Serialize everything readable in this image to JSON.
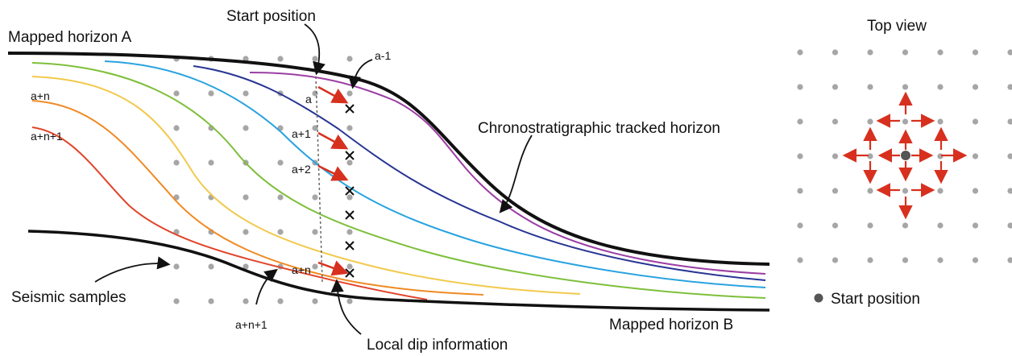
{
  "labels": {
    "start_position_top": "Start position",
    "mapped_horizon_a": "Mapped horizon A",
    "mapped_horizon_b": "Mapped horizon B",
    "a_minus_1": "a-1",
    "a": "a",
    "a_plus_1": "a+1",
    "a_plus_2": "a+2",
    "a_plus_n": "a+n",
    "a_plus_n_plus_1": "a+n+1",
    "a_plus_n_inner": "a+n",
    "a_plus_n_plus_1_bottom": "a+n+1",
    "chrono_tracked_horizon": "Chronostratigraphic tracked horizon",
    "seismic_samples": "Seismic samples",
    "local_dip_information": "Local dip information",
    "top_view": "Top view",
    "legend_start_position": "Start position"
  },
  "colors": {
    "horizon": "#111111",
    "sample_dot": "#a6a6a6",
    "arrow": "#d7301f",
    "start_dot": "#555555",
    "tracked_horizons": [
      "#9b3ea3",
      "#283593",
      "#29a3e0",
      "#7dbf3a",
      "#f2c94c",
      "#f08a24",
      "#e0442a"
    ]
  },
  "icons": {
    "track_marker": "x-cross-icon",
    "dip_arrow": "red-arrow-icon"
  }
}
